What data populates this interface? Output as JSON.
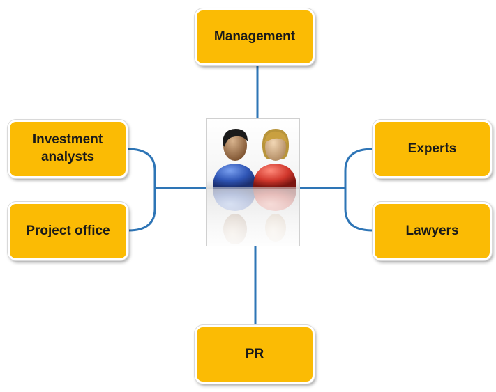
{
  "center": {
    "icon": "two-people-icon"
  },
  "nodes": {
    "management": "Management",
    "investment_analysts": "Investment\nanalysts",
    "project_office": "Project office",
    "experts": "Experts",
    "lawyers": "Lawyers",
    "pr": "PR"
  },
  "colors": {
    "box_fill": "#fbbb04",
    "connector": "#2e75b6",
    "person_left_body": "#3a5fb8",
    "person_right_body": "#d0372c"
  }
}
